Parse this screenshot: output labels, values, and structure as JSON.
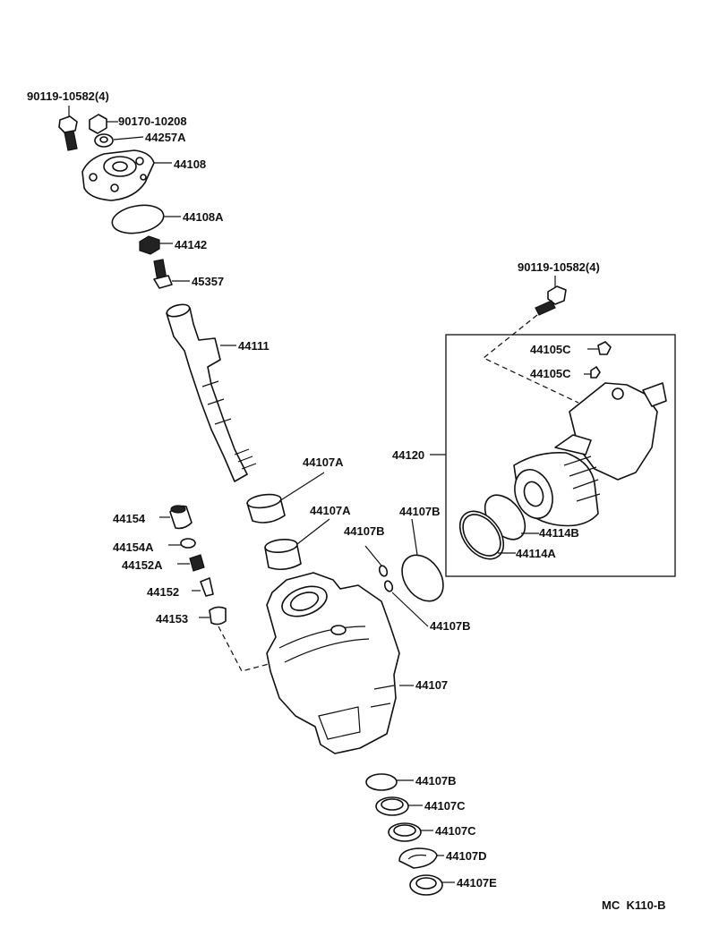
{
  "diagram": {
    "code": "MC  K110-B",
    "colors": {
      "ink": "#111111",
      "paper": "#ffffff"
    },
    "labels": [
      "90119-10582(4)",
      "90170-10208",
      "44257A",
      "44108",
      "44108A",
      "44142",
      "45357",
      "44111",
      "44107A",
      "44107A",
      "44154",
      "44154A",
      "44152A",
      "44152",
      "44153",
      "44107B",
      "44107B",
      "44107B",
      "44107",
      "90119-10582(4)",
      "44105C",
      "44105C",
      "44120",
      "44114B",
      "44114A",
      "44107B",
      "44107C",
      "44107C",
      "44107D",
      "44107E"
    ]
  }
}
